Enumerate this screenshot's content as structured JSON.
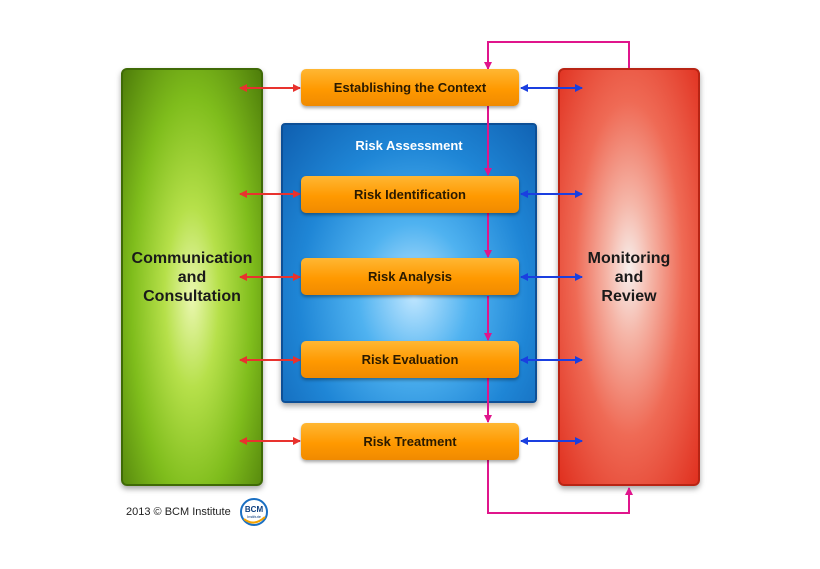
{
  "left_panel": {
    "label": "Communication\nand\nConsultation"
  },
  "right_panel": {
    "label": "Monitoring\nand\nReview"
  },
  "assessment": {
    "title": "Risk Assessment"
  },
  "steps": [
    {
      "label": "Establishing the Context"
    },
    {
      "label": "Risk Identification"
    },
    {
      "label": "Risk Analysis"
    },
    {
      "label": "Risk Evaluation"
    },
    {
      "label": "Risk Treatment"
    }
  ],
  "footer": {
    "copyright": "2013 © BCM Institute"
  },
  "logo": {
    "text": "BCM",
    "subtext": "Institute"
  },
  "colors": {
    "flow_arrow": "#e0158c",
    "left_arrow": "#e8322e",
    "right_arrow": "#1a3fe0",
    "step_fill": "#ff9900",
    "left_panel": "#7fbd1c",
    "right_panel": "#e0301f",
    "assessment_panel": "#1f86d6"
  }
}
